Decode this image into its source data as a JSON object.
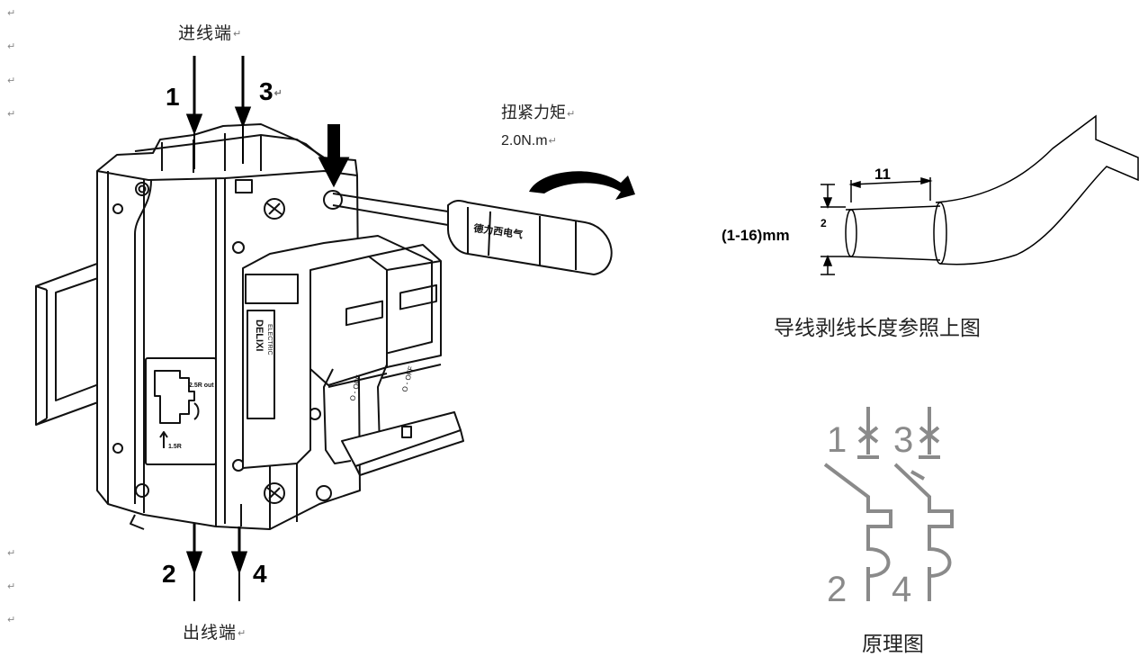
{
  "paragraph_marks": [
    "↵",
    "↵",
    "↵",
    "↵",
    "↵",
    "↵",
    "↵"
  ],
  "inline_mark": "↵",
  "labels": {
    "incoming": "进线端",
    "outgoing": "出线端",
    "torque_title": "扭紧力矩",
    "torque_value": "2.0N.m"
  },
  "terminals": {
    "t1": "1",
    "t3": "3",
    "t2": "2",
    "t4": "4"
  },
  "breaker_text": {
    "brand": "DELIXI",
    "brand_sub": "ELECTRIC",
    "handle_label": "O - OFF",
    "strip_label": "2.5R out",
    "strip_label2": "1.5R",
    "screwdriver_text": "德力西电气"
  },
  "wire_diagram": {
    "strip_length": "11",
    "cross_section": "(1-16)mm",
    "superscript": "2",
    "caption": "导线剥线长度参照上图"
  },
  "schematic": {
    "top_left": "1",
    "top_right": "3",
    "bottom_left": "2",
    "bottom_right": "4",
    "caption": "原理图"
  }
}
